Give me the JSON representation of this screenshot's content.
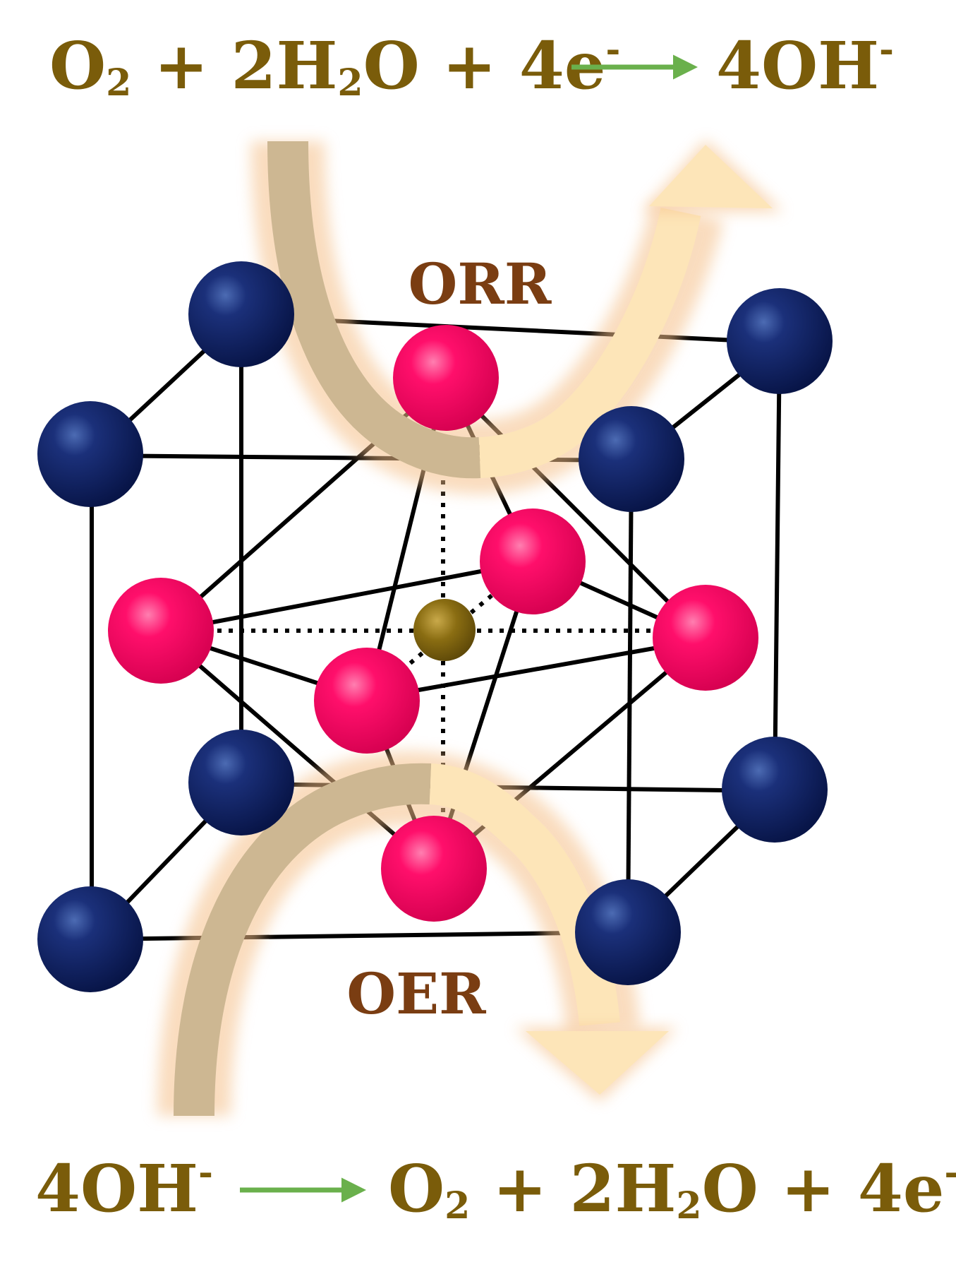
{
  "equations": {
    "top": {
      "lhs": {
        "o": "O",
        "o_sub": "2",
        "plus1": " + 2H",
        "h_sub": "2",
        "o2": "O + 4e",
        "sup": "-"
      },
      "product": "4OH",
      "product_sup": "-"
    },
    "bottom": {
      "reactant": "4OH",
      "reactant_sup": "-",
      "rhs": {
        "o": "O",
        "o_sub": "2",
        "plus1": " + 2H",
        "h_sub": "2",
        "o2": "O + 4e",
        "sup": "-"
      }
    }
  },
  "labels": {
    "orr": "ORR",
    "oer": "OER"
  },
  "colors": {
    "equation_text": "#7a5c0a",
    "label_text": "#7a3d12",
    "reaction_arrow": "#6ab04c",
    "a_site_atom": "#0d1f5c",
    "oxygen_atom": "#ff0f6b",
    "b_site_atom": "#8a6d12",
    "bond": "#000000",
    "flow_arrow_dark": "#cdb792",
    "flow_arrow_light": "#fde5b8",
    "flow_glow": "#f5c089"
  }
}
